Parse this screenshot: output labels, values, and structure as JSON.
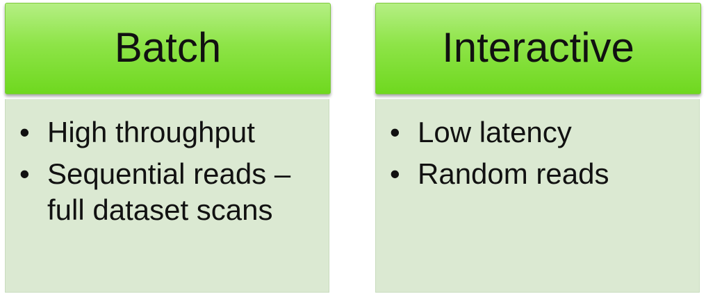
{
  "columns": [
    {
      "title": "Batch",
      "items": [
        "High throughput",
        "Sequential reads – full dataset scans"
      ]
    },
    {
      "title": "Interactive",
      "items": [
        "Low latency",
        "Random reads"
      ]
    }
  ],
  "colors": {
    "header_gradient_top": "#b5ef84",
    "header_gradient_bottom": "#6fd81f",
    "body_fill": "#dbe9d2",
    "text": "#111111"
  }
}
